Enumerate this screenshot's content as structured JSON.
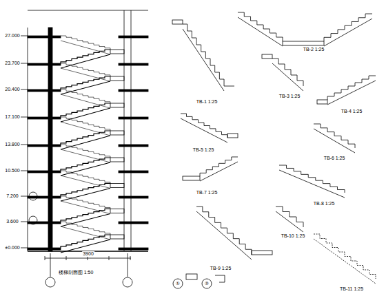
{
  "diagram": {
    "labels": [
      "楼梯剖面图 1:50",
      "±0.000",
      "3.600",
      "7.200",
      "10.500",
      "13.800",
      "17.100",
      "20.400",
      "23.700",
      "27.000",
      "3900",
      "TB-1 1:25",
      "TB-2 1:25",
      "TB-3 1:25",
      "TB-4 1:25",
      "TB-5 1:25",
      "TB-6 1:25",
      "TB-7 1:25",
      "TB-8 1:25",
      "TB-9 1:25",
      "TB-10 1:25",
      "TB-11 1:25",
      "①",
      "②"
    ]
  }
}
